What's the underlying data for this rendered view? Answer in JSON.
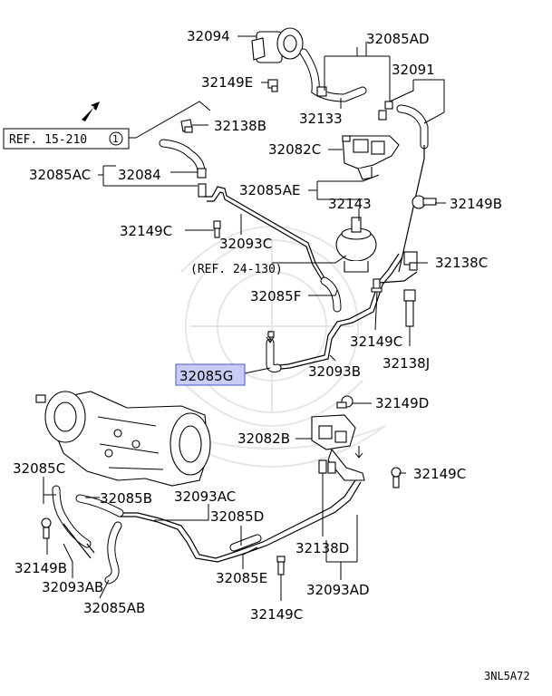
{
  "diagram": {
    "code": "3NL5A72",
    "references": [
      {
        "text": "REF. 15-210",
        "circled": "1"
      },
      {
        "text": "(REF. 24-130)"
      }
    ],
    "highlighted_part": "32085G",
    "labels": {
      "p32094": "32094",
      "p32085AD": "32085AD",
      "p32091": "32091",
      "p32149E": "32149E",
      "p32133": "32133",
      "p32138B": "32138B",
      "p32082C": "32082C",
      "p32085AC": "32085AC",
      "p32084": "32084",
      "p32085AE": "32085AE",
      "p32143": "32143",
      "p32149B": "32149B",
      "p32149C_a": "32149C",
      "p32093C": "32093C",
      "p32138C": "32138C",
      "p32085F": "32085F",
      "p32149C_b": "32149C",
      "p32138J": "32138J",
      "p32093B": "32093B",
      "p32085G": "32085G",
      "p32149D": "32149D",
      "p32082B": "32082B",
      "p32085C": "32085C",
      "p32085B": "32085B",
      "p32093AC": "32093AC",
      "p32149C_c": "32149C",
      "p32085D": "32085D",
      "p32138D": "32138D",
      "p32149B_b": "32149B",
      "p32093AB": "32093AB",
      "p32085E": "32085E",
      "p32093AD": "32093AD",
      "p32085AB": "32085AB",
      "p32149C_d": "32149C"
    }
  }
}
